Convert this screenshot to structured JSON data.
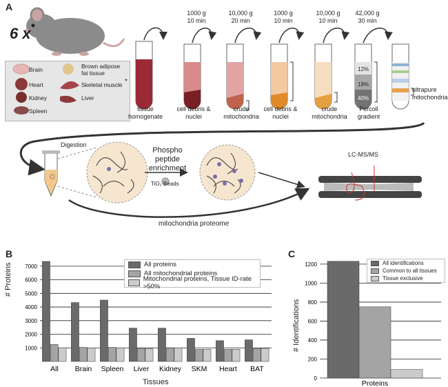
{
  "panels": {
    "a": "A",
    "b": "B",
    "c": "C"
  },
  "colors": {
    "dark": "#6a6a6a",
    "mid": "#a4a4a4",
    "light": "#cbcbcb",
    "blood": "#9b2a36",
    "orange": "#e9a04d"
  },
  "workflow": {
    "replicates": "6 x",
    "tissues": [
      {
        "name": "Brain"
      },
      {
        "name": "Brown adipose fat tissue"
      },
      {
        "name": "Heart"
      },
      {
        "name": "Skeletal muscle"
      },
      {
        "name": "Kidney"
      },
      {
        "name": "Liver"
      },
      {
        "name": "Spleen"
      }
    ],
    "skeletal_mark": "*",
    "steps": [
      {
        "label": "tissue homogenate"
      },
      {
        "spin": "1000 g 10 min",
        "label": "cell debris & nuclei"
      },
      {
        "spin": "10,000 g 20 min",
        "label": "crude mitochondria"
      },
      {
        "spin": "1000 g 10 min",
        "label": "cell debris & nuclei"
      },
      {
        "spin": "10,000 g 10 min",
        "label": "crude mitochondria"
      },
      {
        "spin": "42,000 g 30 min",
        "label": "Percoll gradient"
      }
    ],
    "percoll_layers": [
      "12%",
      "19%",
      "40%"
    ],
    "ultrapure": "ultrapure mitochondria",
    "digestion": "Digestion",
    "enrichment": "Phospho peptide enrichment",
    "beads": "TiO₂ Beads",
    "lcms": "LC-MS/MS",
    "proteome": "mitochondria proteome"
  },
  "chart_data": [
    {
      "panel": "B",
      "type": "bar",
      "xlabel": "Tissues",
      "ylabel": "# Proteins",
      "ylim": [
        0,
        7500
      ],
      "yticks": [
        1000,
        2000,
        3000,
        4000,
        5000,
        6000,
        7000
      ],
      "categories": [
        "All",
        "Brain",
        "Spleen",
        "Liver",
        "Kidney",
        "SKM",
        "Heart",
        "BAT"
      ],
      "series": [
        {
          "name": "All proteins",
          "color": "#6a6a6a",
          "values": [
            7350,
            4330,
            4510,
            2450,
            2450,
            1700,
            1530,
            1590
          ]
        },
        {
          "name": "All mitochondrial proteins",
          "color": "#a4a4a4",
          "values": [
            1250,
            1040,
            1040,
            960,
            990,
            890,
            890,
            950
          ]
        },
        {
          "name": "Mitochondrial proteins, Tissue ID-rate >50%",
          "color": "#cbcbcb",
          "values": [
            1010,
            1000,
            1000,
            960,
            1000,
            900,
            900,
            960
          ]
        }
      ],
      "grid": "horizontal",
      "legend": "top-right"
    },
    {
      "panel": "C",
      "type": "bar",
      "xlabel": "",
      "ylabel": "# Identifications",
      "ylim": [
        0,
        1250
      ],
      "yticks": [
        0,
        200,
        400,
        600,
        800,
        1000,
        1200
      ],
      "categories": [
        "Proteins"
      ],
      "series": [
        {
          "name": "All identifications",
          "color": "#6a6a6a",
          "values": [
            1230
          ]
        },
        {
          "name": "Common to all tissues",
          "color": "#a4a4a4",
          "values": [
            750
          ]
        },
        {
          "name": "Tissue exclusive",
          "color": "#cbcbcb",
          "values": [
            90
          ]
        }
      ],
      "grid": "horizontal",
      "legend": "top-right"
    }
  ]
}
